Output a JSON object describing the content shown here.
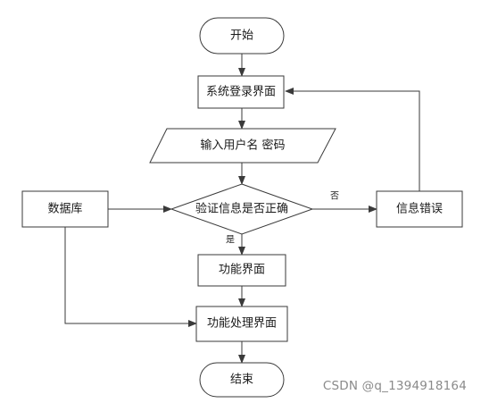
{
  "flowchart": {
    "start": "开始",
    "login_screen": "系统登录界面",
    "input": "输入用户名 密码",
    "verify": "验证信息是否正确",
    "error": "信息错误",
    "database": "数据库",
    "function_screen": "功能界面",
    "function_process": "功能处理界面",
    "end": "结束",
    "no_label": "否",
    "yes_label": "是"
  },
  "watermark": "CSDN @q_1394918164"
}
